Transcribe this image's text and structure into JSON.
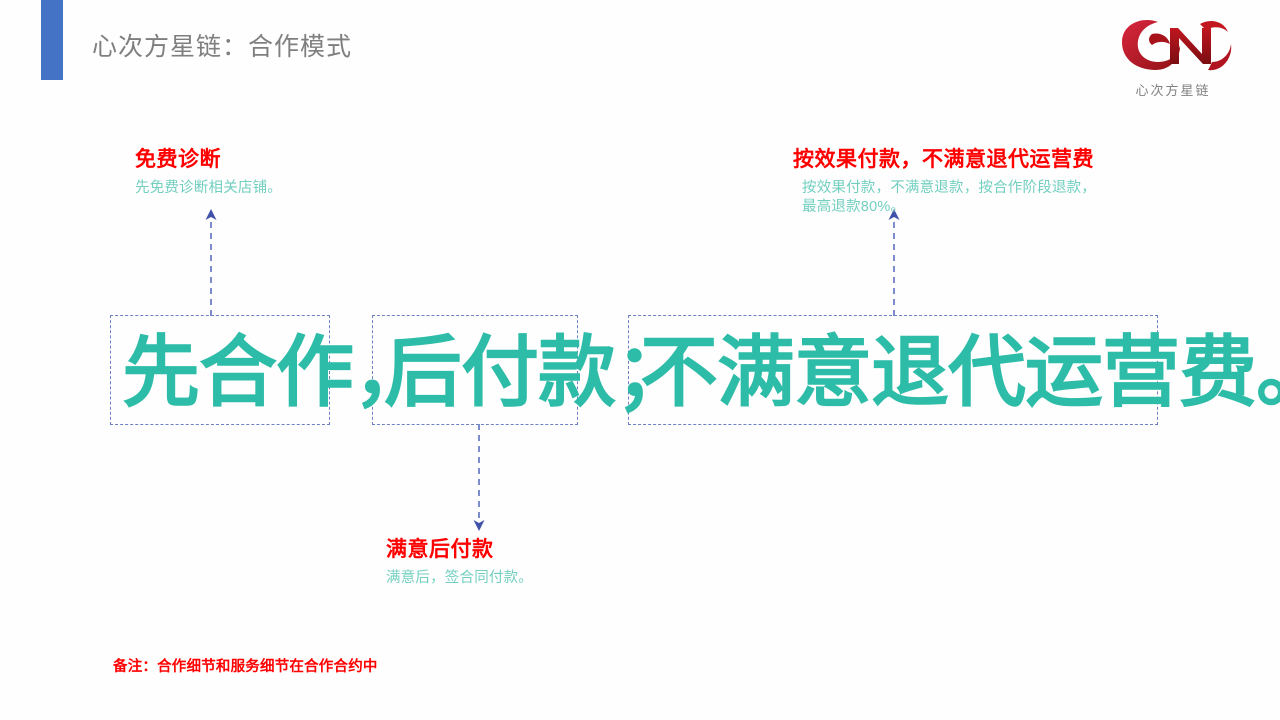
{
  "slide": {
    "title": "心次方星链：合作模式",
    "accent_color": "#4472C4",
    "background": "#FEFEFE"
  },
  "logo": {
    "caption": "心次方星链",
    "mark_name": "QN monogram",
    "color_primary": "#C8102E",
    "color_secondary": "#8C1111"
  },
  "hero": {
    "color": "#2DBCA8",
    "box_border_color": "#6D81C6",
    "segments": [
      {
        "text": "先合作，"
      },
      {
        "text": "后付款；"
      },
      {
        "text": "不满意退代运营费。"
      }
    ]
  },
  "callouts": [
    {
      "id": "free-diagnosis",
      "title": "免费诊断",
      "body": "先免费诊断相关店铺。",
      "title_color": "#FF0000",
      "body_color": "#72CFC0",
      "arrow_direction": "up"
    },
    {
      "id": "pay-after-satisfaction",
      "title": "满意后付款",
      "body": "满意后，签合同付款。",
      "title_color": "#FF0000",
      "body_color": "#72CFC0",
      "arrow_direction": "down"
    },
    {
      "id": "pay-by-result",
      "title": "按效果付款，不满意退代运营费",
      "body": "按效果付款，不满意退款，按合作阶段退款，\n最高退款80%。",
      "title_color": "#FF0000",
      "body_color": "#72CFC0",
      "arrow_direction": "up"
    }
  ],
  "footnote": {
    "text": "备注：合作细节和服务细节在合作合约中",
    "color": "#FF0000"
  }
}
